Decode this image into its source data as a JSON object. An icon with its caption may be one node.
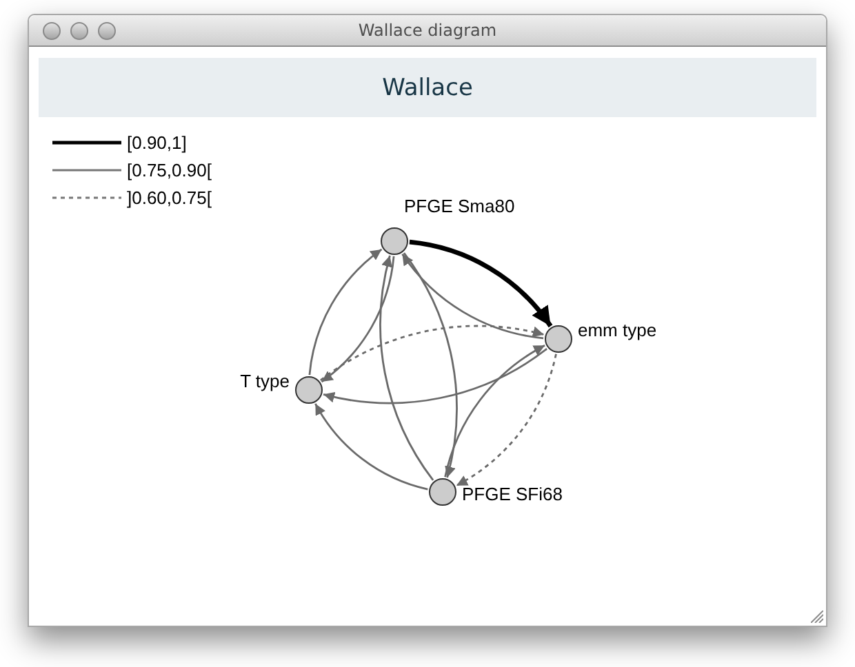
{
  "diagram": {
    "title": "Wallace",
    "nodes": [
      {
        "text": [
          "PFGE Sma80"
        ]
      },
      {
        "text": [
          "emm type"
        ]
      },
      {
        "text": [
          "T type"
        ]
      },
      {
        "text": [
          "PFGE SFi68"
        ]
      }
    ],
    "edges": [
      {
        "from": 0,
        "to": 1,
        "arrow": "to",
        "style": "thick",
        "color": "#000000"
      },
      {
        "from": 1,
        "to": 0,
        "arrow": "to"
      },
      {
        "from": 0,
        "to": 2,
        "arrow": "to"
      },
      {
        "from": 2,
        "to": 0,
        "arrow": "to"
      },
      {
        "from": 0,
        "to": 3,
        "arrow": "to"
      },
      {
        "from": 3,
        "to": 0,
        "arrow": "to"
      },
      {
        "from": 1,
        "to": 2,
        "arrow": "to"
      },
      {
        "from": 2,
        "to": 1,
        "arrow": "to",
        "style": "dashed"
      },
      {
        "from": 1,
        "to": 3,
        "arrow": "to",
        "style": "dashed"
      },
      {
        "from": 3,
        "to": 1,
        "arrow": "to"
      },
      {
        "from": 3,
        "to": 2,
        "arrow": "to"
      }
    ],
    "labels": [
      "Wallace diagram"
    ],
    "legend": [
      {
        "text": "[0.90,1]"
      },
      {
        "text": "[0.75,0.90["
      },
      {
        "text": "]0.60,0.75["
      }
    ]
  }
}
